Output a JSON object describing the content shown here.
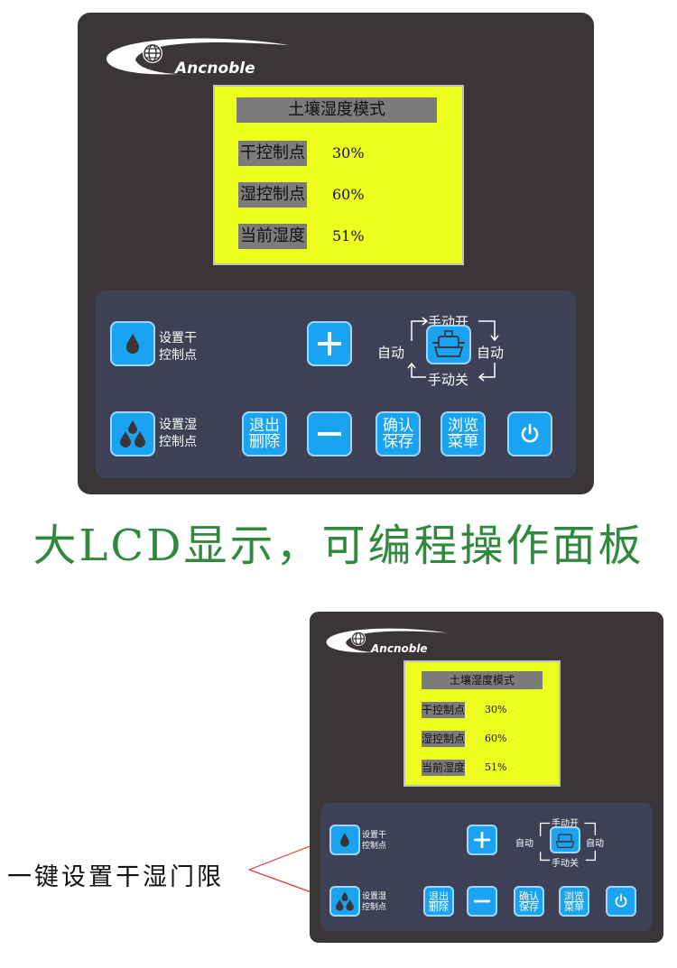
{
  "brand": "Ancnoble",
  "lcd": {
    "title": "土壤湿度模式",
    "rows": [
      {
        "label": "干控制点",
        "value": "30%"
      },
      {
        "label": "湿控制点",
        "value": "60%"
      },
      {
        "label": "当前湿度",
        "value": "51%"
      }
    ]
  },
  "keys": {
    "set_dry": {
      "line1": "设置干",
      "line2": "控制点",
      "icon": "single-drop-icon"
    },
    "set_wet": {
      "line1": "设置湿",
      "line2": "控制点",
      "icon": "double-drop-icon"
    },
    "plus": {
      "icon": "plus-icon"
    },
    "minus": {
      "icon": "minus-icon"
    },
    "exit": {
      "line1": "退出",
      "line2": "删除"
    },
    "confirm": {
      "line1": "确认",
      "line2": "保存"
    },
    "browse": {
      "line1": "浏览",
      "line2": "菜单"
    },
    "power": {
      "icon": "power-icon"
    }
  },
  "mode_cycle": {
    "top": "手动开",
    "left": "自动",
    "right": "自动",
    "bottom": "手动关",
    "icon": "irrigation-pump-icon"
  },
  "headline": "大LCD显示，可编程操作面板",
  "callout": "一键设置干湿门限",
  "colors": {
    "panel": "#3a3538",
    "keypad": "#3e4056",
    "lcd": "#ecff1e",
    "key_blue": "#1aa3f0",
    "headline_green": "#2f8a3e",
    "callout_line": "#e0393c"
  }
}
